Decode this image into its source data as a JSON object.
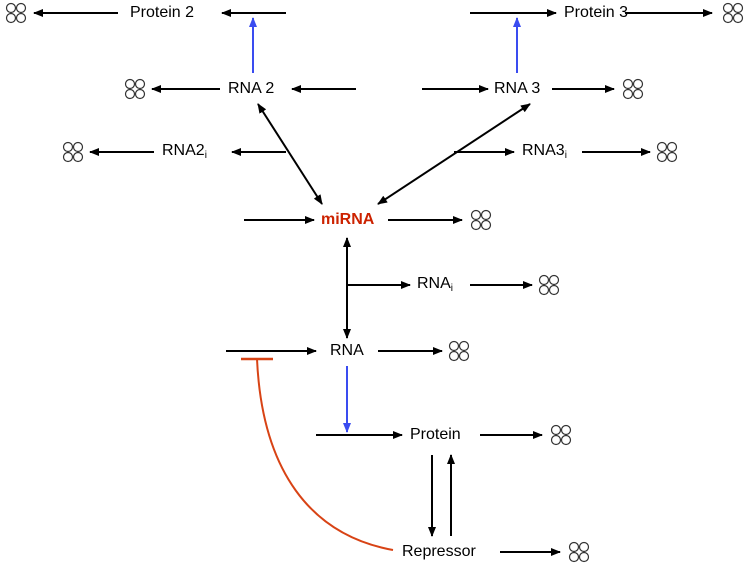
{
  "nodes": {
    "protein2": "Protein 2",
    "protein3": "Protein 3",
    "rna2": "RNA 2",
    "rna3": "RNA 3",
    "rna2i": {
      "base": "RNA2",
      "sub": "i"
    },
    "rna3i": {
      "base": "RNA3",
      "sub": "i"
    },
    "mirna": "miRNA",
    "rnai": {
      "base": "RNA",
      "sub": "i"
    },
    "rna": "RNA",
    "protein": "Protein",
    "repressor": "Repressor"
  },
  "colors": {
    "arrow": "#000000",
    "translation": "#3a4cf0",
    "mirna_text": "#cc2200",
    "repression": "#d84315",
    "degradation_outline": "#333333"
  },
  "icons": {
    "degradation": "degradation-icon"
  }
}
